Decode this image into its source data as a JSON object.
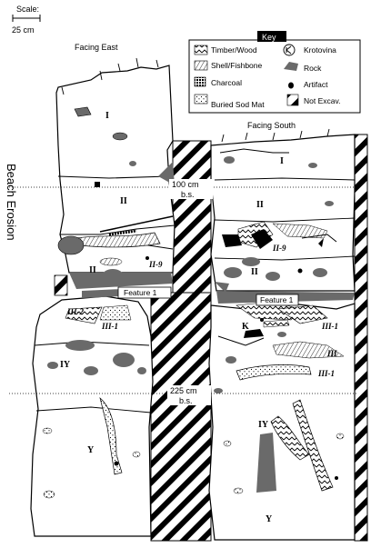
{
  "scale": {
    "title": "Scale:",
    "length": "25 cm"
  },
  "facing": {
    "east": "Facing East",
    "south": "Facing South"
  },
  "side_label": "Beach Erosion",
  "depths": [
    {
      "value": "100 cm",
      "unit": "b.s."
    },
    {
      "value": "225 cm",
      "unit": "b.s."
    }
  ],
  "units": {
    "east_I": "I",
    "east_II_top": "II",
    "east_II_low": "II",
    "east_II9": "II-9",
    "east_III2": "III-2",
    "east_III1": "III-1",
    "east_IY": "IY",
    "east_Y": "Y",
    "south_I": "I",
    "south_II_top": "II",
    "south_II9": "II-9",
    "south_II_low": "II",
    "south_K": "K",
    "south_III1a": "III-1",
    "south_III_b": "III",
    "south_III1c": "III-1",
    "south_IY": "IY",
    "south_Y": "Y"
  },
  "features": {
    "east": "Feature 1",
    "south": "Feature 1"
  },
  "key": {
    "title": "Key",
    "items": [
      {
        "label": "Timber/Wood",
        "icon": "timber-hatch-icon"
      },
      {
        "label": "Krotovina",
        "icon": "krotovina-icon"
      },
      {
        "label": "Shell/Fishbone",
        "icon": "shell-fishbone-icon"
      },
      {
        "label": "Rock",
        "icon": "rock-icon"
      },
      {
        "label": "Charcoal",
        "icon": "charcoal-icon"
      },
      {
        "label": "Artifact",
        "icon": "artifact-icon"
      },
      {
        "label": "Buried Sod Mat",
        "icon": "sod-mat-icon"
      },
      {
        "label": "Not Excav.",
        "icon": "not-excavated-icon"
      }
    ]
  },
  "colors": {
    "rock": "#6a6a6a",
    "line": "#000000",
    "background": "#ffffff"
  }
}
